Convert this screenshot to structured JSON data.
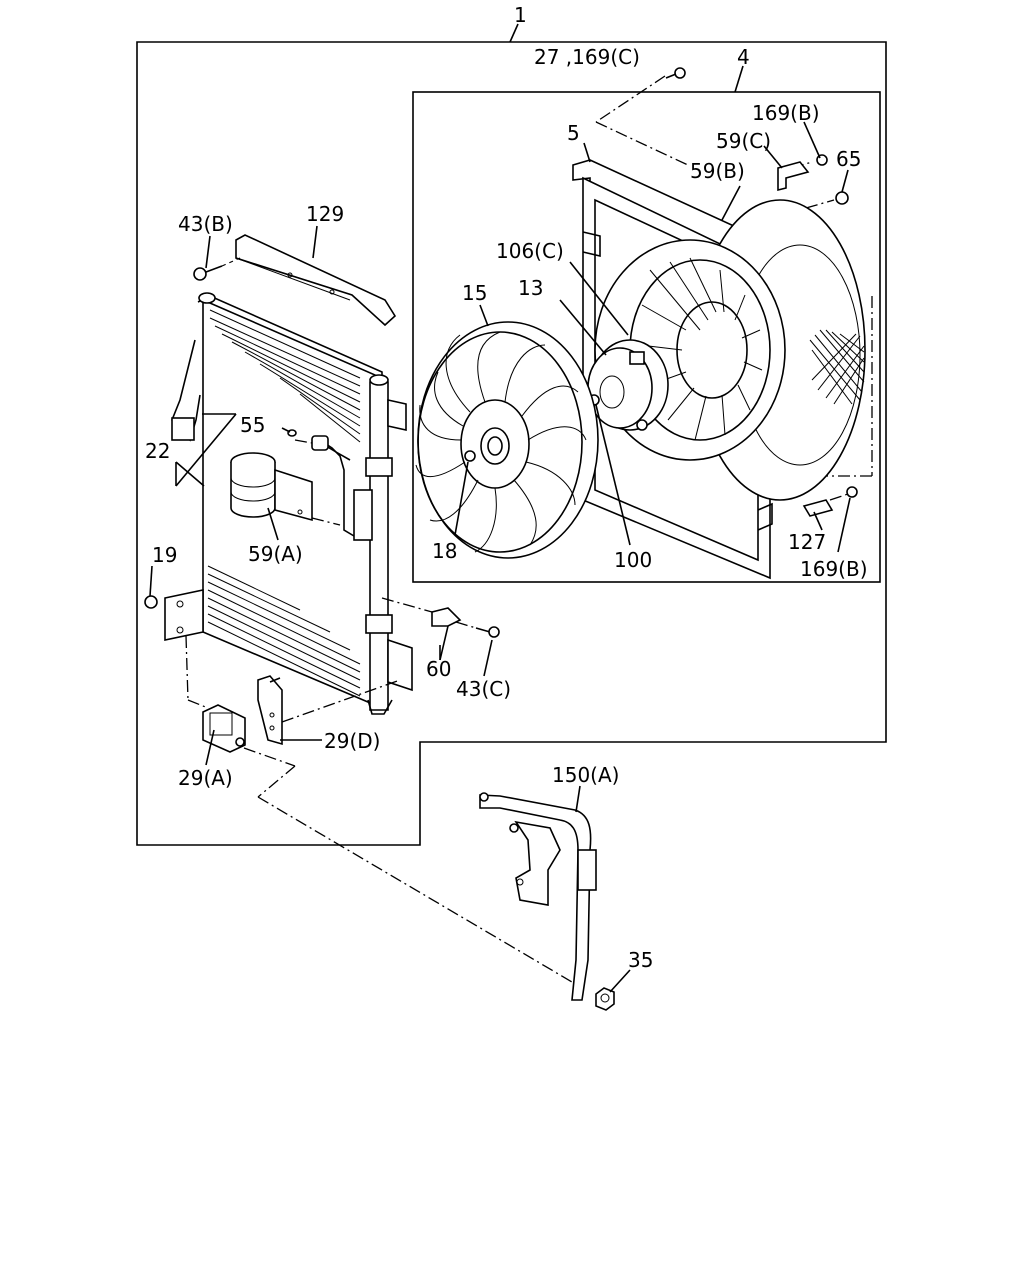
{
  "labels": {
    "assembly": "1",
    "fan_shroud_assembly": "4",
    "shroud_seal": "5",
    "fan_motor": "13",
    "fan": "15",
    "nut_18": "18",
    "bolt_19": "19",
    "condenser": "22",
    "bolt_27_169c": "27 ,169(C)",
    "bracket_29a": "29(A)",
    "bracket_29d": "29(D)",
    "nut_35": "35",
    "bolt_43b": "43(B)",
    "bolt_43c": "43(C)",
    "oring_55": "55",
    "clamp_59a": "59(A)",
    "clamp_59b": "59(B)",
    "clamp_59c": "59(C)",
    "bracket_60": "60",
    "bolt_65": "65",
    "clip_100": "100",
    "connector_106c": "106(C)",
    "clip_127": "127",
    "cover_129": "129",
    "bracket_150a": "150(A)",
    "bolt_169b_top": "169(B)",
    "bolt_169b_bottom": "169(B)"
  }
}
